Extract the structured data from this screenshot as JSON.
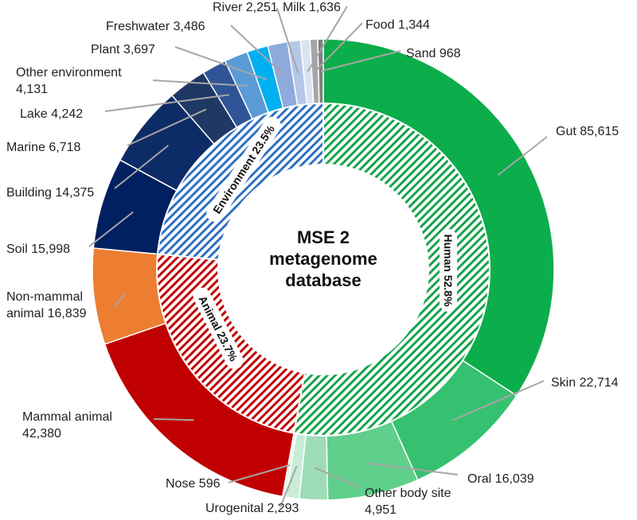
{
  "chart_data": {
    "type": "donut",
    "title": "MSE 2 metagenome database",
    "title_lines": [
      "MSE 2",
      "metagenome",
      "database"
    ],
    "grid": false,
    "legend": "none",
    "groups": [
      {
        "name": "Human",
        "percent": 52.8,
        "label": "Human 52.8%",
        "color": "#16a34a"
      },
      {
        "name": "Animal",
        "percent": 23.7,
        "label": "Animal 23.7%",
        "color": "#c00000"
      },
      {
        "name": "Environment",
        "percent": 23.5,
        "label": "Environment 23.5%",
        "color": "#2e6fc4"
      }
    ],
    "categories": [
      {
        "name": "Gut",
        "value": 85615,
        "display": "85,615",
        "group": "Human",
        "color": "#0cad4b"
      },
      {
        "name": "Skin",
        "value": 22714,
        "display": "22,714",
        "group": "Human",
        "color": "#35c16f"
      },
      {
        "name": "Oral",
        "value": 16039,
        "display": "16,039",
        "group": "Human",
        "color": "#5fcf8b"
      },
      {
        "name": "Other body site",
        "value": 4951,
        "display": "4,951",
        "group": "Human",
        "color": "#9edcb6"
      },
      {
        "name": "Urogenital",
        "value": 2293,
        "display": "2,293",
        "group": "Human",
        "color": "#c9ecd7"
      },
      {
        "name": "Nose",
        "value": 596,
        "display": "596",
        "group": "Human",
        "color": "#e3f5ea"
      },
      {
        "name": "Mammal animal",
        "value": 42380,
        "display": "42,380",
        "group": "Animal",
        "color": "#c00000"
      },
      {
        "name": "Non-mammal animal",
        "value": 16839,
        "display": "16,839",
        "group": "Animal",
        "color": "#ed7d31"
      },
      {
        "name": "Soil",
        "value": 15998,
        "display": "15,998",
        "group": "Environment",
        "color": "#002060"
      },
      {
        "name": "Building",
        "value": 14375,
        "display": "14,375",
        "group": "Environment",
        "color": "#0d2b66"
      },
      {
        "name": "Marine",
        "value": 6718,
        "display": "6,718",
        "group": "Environment",
        "color": "#1f3864"
      },
      {
        "name": "Lake",
        "value": 4242,
        "display": "4,242",
        "group": "Environment",
        "color": "#2f5597"
      },
      {
        "name": "Other environment",
        "value": 4131,
        "display": "4,131",
        "group": "Environment",
        "color": "#5b9bd5"
      },
      {
        "name": "Plant",
        "value": 3697,
        "display": "3,697",
        "group": "Environment",
        "color": "#00b0f0"
      },
      {
        "name": "Freshwater",
        "value": 3486,
        "display": "3,486",
        "group": "Environment",
        "color": "#8faadc"
      },
      {
        "name": "River",
        "value": 2251,
        "display": "2,251",
        "group": "Environment",
        "color": "#b4c7e7"
      },
      {
        "name": "Milk",
        "value": 1636,
        "display": "1,636",
        "group": "Environment",
        "color": "#dae3f3"
      },
      {
        "name": "Food",
        "value": 1344,
        "display": "1,344",
        "group": "Environment",
        "color": "#a6a6a6"
      },
      {
        "name": "Sand",
        "value": 968,
        "display": "968",
        "group": "Environment",
        "color": "#7f7f7f"
      }
    ]
  }
}
